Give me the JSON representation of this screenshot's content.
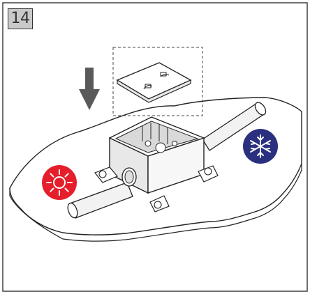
{
  "step": {
    "number": "14"
  },
  "icons": [
    {
      "name": "sun-icon",
      "meaning": "warm",
      "color": "#e51e2b"
    },
    {
      "name": "snowflake-icon",
      "meaning": "cold",
      "color": "#2b2f7f"
    }
  ],
  "arrow": {
    "direction": "down",
    "color": "#5a5a5a"
  }
}
